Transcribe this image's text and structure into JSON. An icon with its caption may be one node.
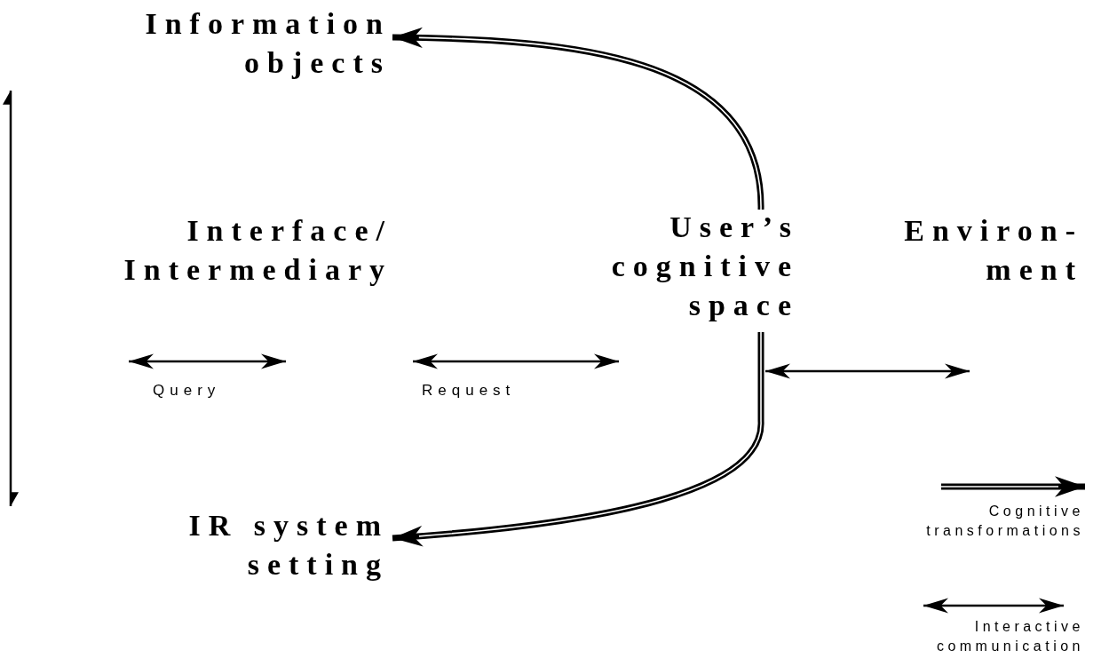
{
  "diagram": {
    "nodes": [
      {
        "text": [
          "Information objects"
        ]
      },
      {
        "text": [
          "Interface/ Intermediary"
        ]
      },
      {
        "text": [
          "User’s cognitive space"
        ]
      },
      {
        "text": [
          "Environ- ment"
        ]
      },
      {
        "text": [
          "IR system setting"
        ]
      }
    ],
    "edges": [
      {
        "from": 2,
        "to": 0,
        "arrow": "to",
        "style": "thick"
      },
      {
        "from": 2,
        "to": 4,
        "arrow": "to",
        "style": "thick"
      },
      {
        "from": null,
        "to": 1,
        "arrow": "both",
        "label": "Query"
      },
      {
        "from": 1,
        "to": 2,
        "arrow": "both",
        "label": "Request"
      },
      {
        "from": 2,
        "to": 3,
        "arrow": "both"
      }
    ],
    "legend": [
      {
        "text": "Cognitive transformations"
      },
      {
        "text": "Interactive communication"
      }
    ]
  }
}
